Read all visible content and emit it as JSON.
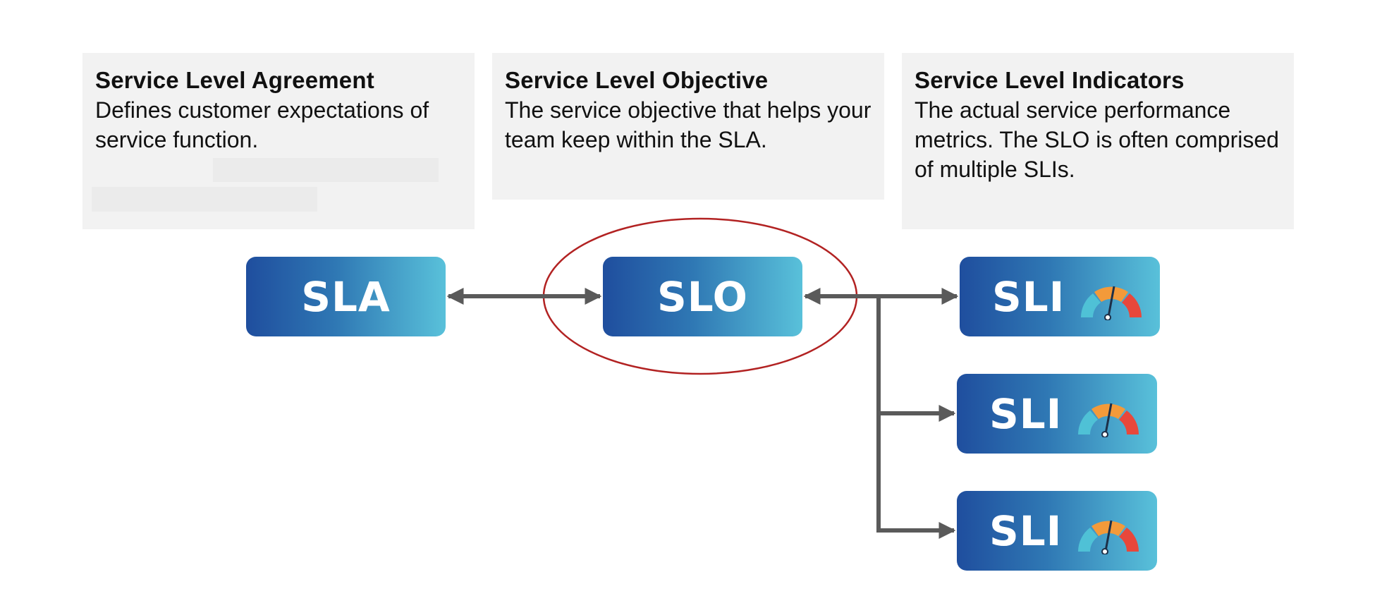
{
  "cards": {
    "sla": {
      "title": "Service Level Agreement",
      "desc": "Defines customer expectations of service function."
    },
    "slo": {
      "title": "Service Level Objective",
      "desc": "The service objective that helps your team keep within the SLA."
    },
    "sli": {
      "title": "Service Level Indicators",
      "desc": "The actual service performance metrics. The SLO is often comprised of multiple SLIs."
    }
  },
  "nodes": {
    "sla": "SLA",
    "slo": "SLO",
    "sli": [
      "SLI",
      "SLI",
      "SLI"
    ]
  },
  "colors": {
    "box_start": "#1f4e9e",
    "box_end": "#59c1da",
    "arrow": "#5a5a5a",
    "highlight_ellipse": "#b22222",
    "gauge_low": "#4fc1d6",
    "gauge_mid": "#f39a3a",
    "gauge_high": "#e8473b"
  },
  "icons": [
    "gauge-icon"
  ]
}
